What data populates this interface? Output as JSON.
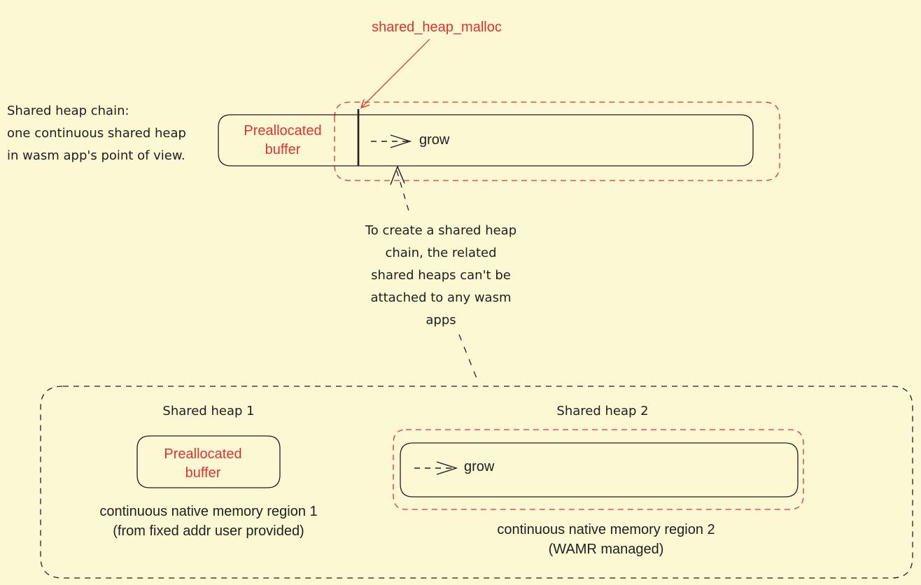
{
  "colors": {
    "background": "#fdf8d4",
    "stroke": "#1e1e1e",
    "accent_red": "#e03131"
  },
  "top": {
    "api_label": "shared_heap_malloc",
    "chain_label": [
      "Shared heap chain:",
      "one continuous shared heap",
      "in wasm app's point of view."
    ],
    "prealloc": [
      "Preallocated",
      "buffer"
    ],
    "grow_label": "grow"
  },
  "note": {
    "lines": [
      "To create a shared heap",
      "chain, the related",
      "shared heaps can't be",
      "attached to any wasm",
      "apps"
    ]
  },
  "heap1": {
    "title": "Shared heap 1",
    "prealloc": [
      "Preallocated",
      "buffer"
    ],
    "region": [
      "continuous native memory region 1",
      "(from fixed addr user provided)"
    ]
  },
  "heap2": {
    "title": "Shared heap 2",
    "grow_label": "grow",
    "region": [
      "continuous native memory region 2",
      "(WAMR managed)"
    ]
  }
}
